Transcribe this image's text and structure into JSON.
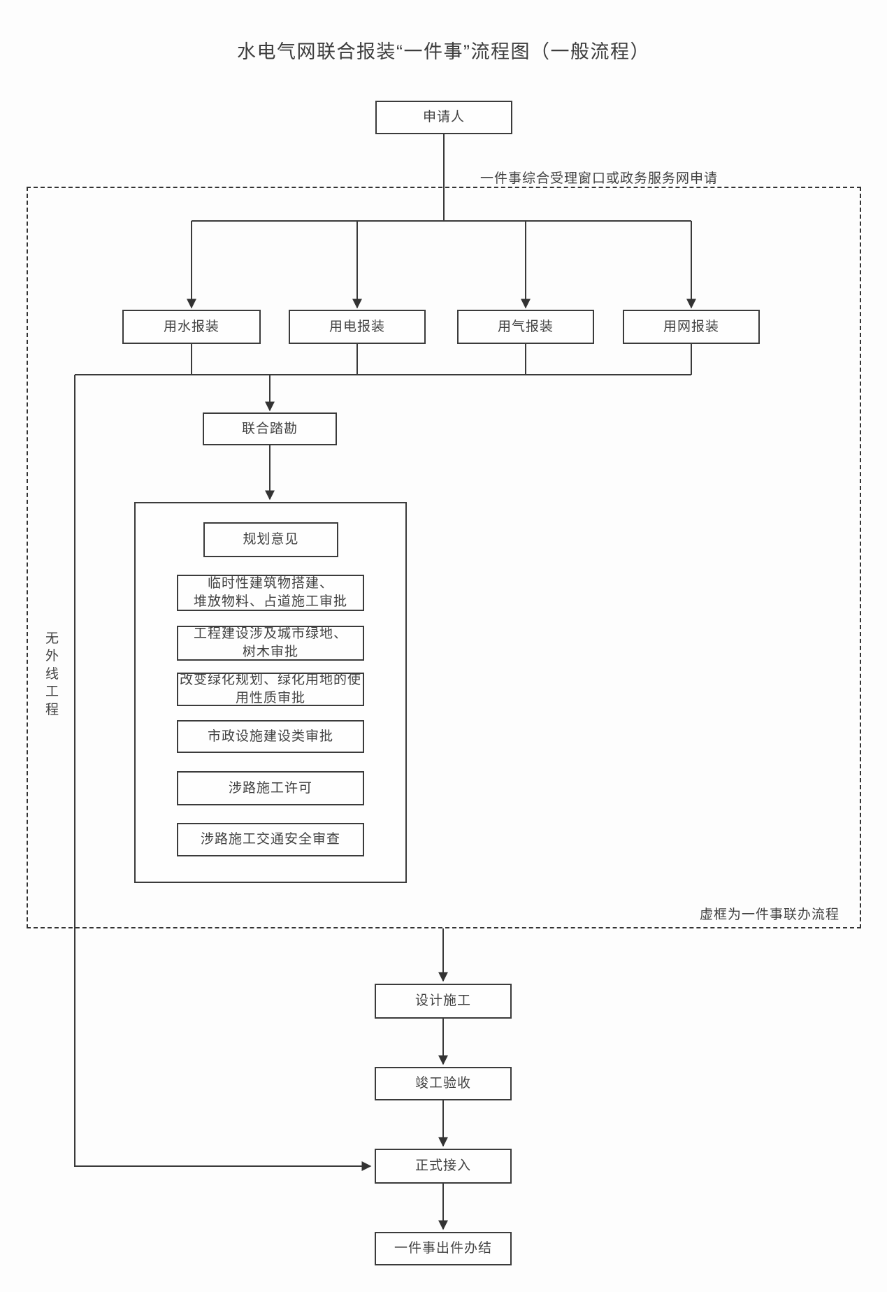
{
  "title": "水电气网联合报装“一件事”流程图（一般流程）",
  "colors": {
    "line": "#3a3a3a",
    "border": "#3b3b3b",
    "text": "#414141",
    "background": "#fdfdfd"
  },
  "labels": {
    "window_note": "一件事综合受理窗口或政务服务网申请",
    "dashed_note": "虚框为一件事联办流程",
    "offline_note": "无外线工程"
  },
  "nodes": {
    "applicant": "申请人",
    "water": "用水报装",
    "electric": "用电报装",
    "gas": "用气报装",
    "network": "用网报装",
    "survey": "联合踏勘",
    "planning": "规划意见",
    "temp_build": "临时性建筑物搭建、\n堆放物料、占道施工审批",
    "green_land": "工程建设涉及城市绿地、\n树木审批",
    "green_change": "改变绿化规划、绿化用地的使\n用性质审批",
    "municipal": "市政设施建设类审批",
    "road_permit": "涉路施工许可",
    "road_safety": "涉路施工交通安全审查",
    "design": "设计施工",
    "completion": "竣工验收",
    "connect": "正式接入",
    "final": "一件事出件办结"
  }
}
